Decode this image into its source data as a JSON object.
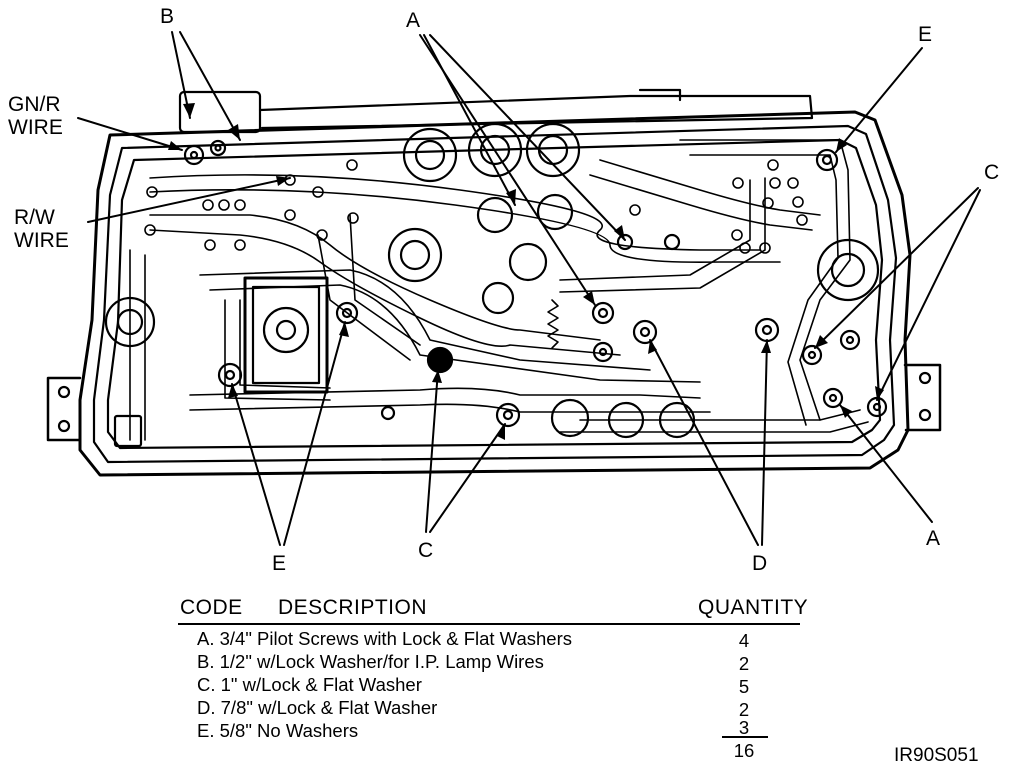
{
  "callouts": {
    "b_top": "B",
    "a_top": "A",
    "e_top": "E",
    "c_right": "C",
    "gnr_wire": "GN/R\nWIRE",
    "rw_wire": "R/W\nWIRE",
    "e_bottom": "E",
    "c_bottom": "C",
    "d_bottom": "D",
    "a_bottom": "A"
  },
  "table": {
    "headers": {
      "code": "CODE",
      "description": "DESCRIPTION",
      "quantity": "QUANTITY"
    },
    "rows": [
      {
        "text": "A. 3/4\" Pilot Screws with Lock & Flat Washers",
        "qty": "4"
      },
      {
        "text": "B. 1/2\" w/Lock Washer/for I.P. Lamp Wires",
        "qty": "2"
      },
      {
        "text": "C. 1\" w/Lock & Flat Washer",
        "qty": "5"
      },
      {
        "text": "D. 7/8\" w/Lock & Flat Washer",
        "qty": "2"
      },
      {
        "text": "E. 5/8\" No Washers",
        "qty": "3"
      }
    ],
    "total": "16"
  },
  "figure_id": "IR90S051"
}
